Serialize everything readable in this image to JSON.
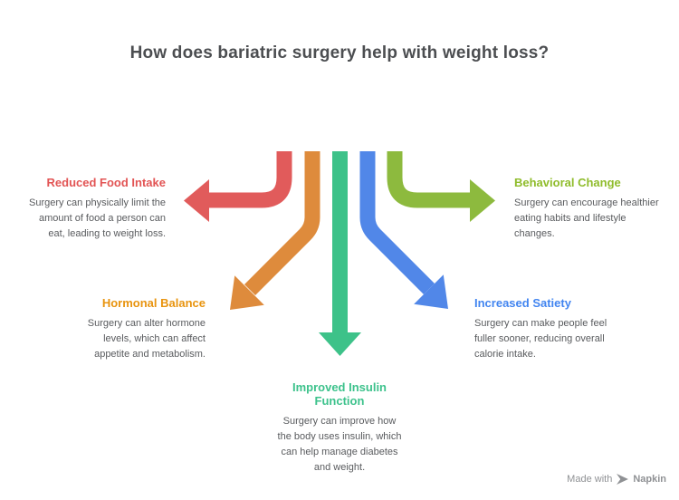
{
  "title": "How does bariatric surgery help with weight loss?",
  "items": [
    {
      "id": "reduced-food-intake",
      "heading": "Reduced Food Intake",
      "body": "Surgery can physically limit the\namount of food a person can\neat, leading to weight loss.",
      "color": "#E15B5B",
      "heading_color": "#E25454",
      "align": "right",
      "arrow_direction": "left"
    },
    {
      "id": "hormonal-balance",
      "heading": "Hormonal Balance",
      "body": "Surgery can alter hormone\nlevels, which can affect\nappetite and metabolism.",
      "color": "#DE8B3C",
      "heading_color": "#E8940F",
      "align": "right",
      "arrow_direction": "down-left"
    },
    {
      "id": "improved-insulin-function",
      "heading": "Improved Insulin\nFunction",
      "body": "Surgery can improve how\nthe body uses insulin, which\ncan help manage diabetes\nand weight.",
      "color": "#3DC289",
      "heading_color": "#3DC28C",
      "align": "center",
      "arrow_direction": "down"
    },
    {
      "id": "increased-satiety",
      "heading": "Increased Satiety",
      "body": "Surgery can make people feel\nfuller sooner, reducing overall\ncalorie intake.",
      "color": "#5187E8",
      "heading_color": "#4285F0",
      "align": "left",
      "arrow_direction": "down-right"
    },
    {
      "id": "behavioral-change",
      "heading": "Behavioral Change",
      "body": "Surgery can encourage healthier\neating habits and lifestyle\nchanges.",
      "color": "#8DBA3E",
      "heading_color": "#8FBC2B",
      "align": "left",
      "arrow_direction": "right"
    }
  ],
  "footer": {
    "made_with": "Made with",
    "brand": "Napkin"
  }
}
